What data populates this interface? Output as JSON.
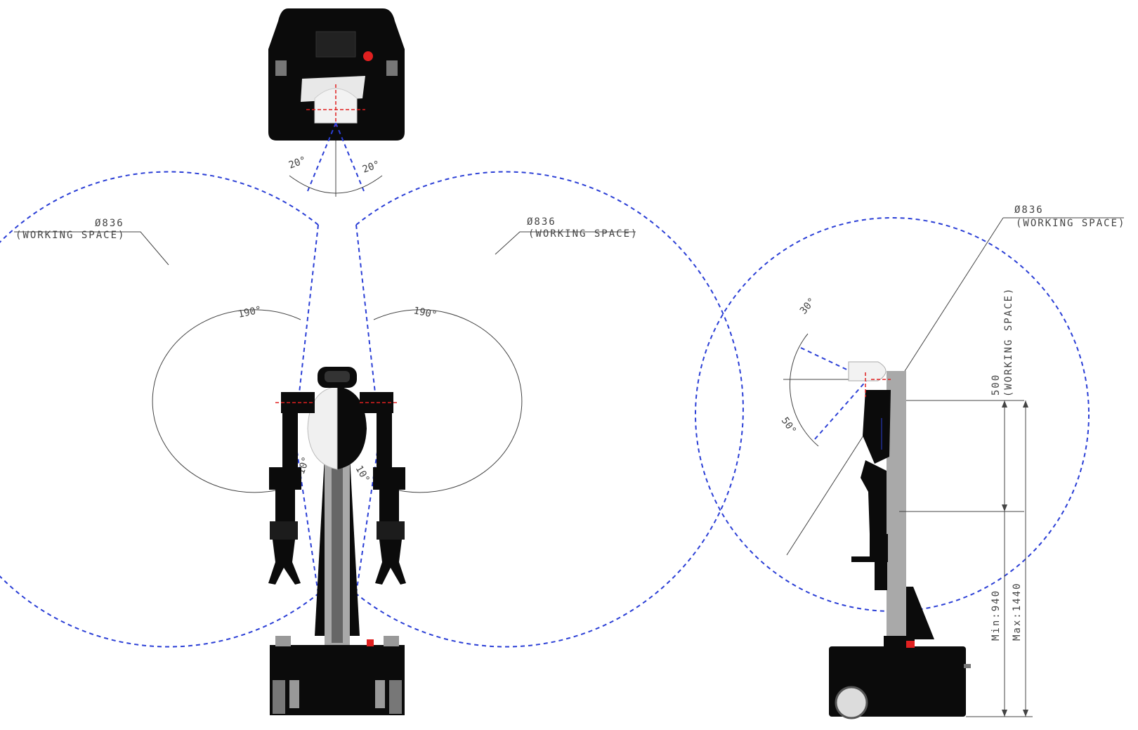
{
  "top_view": {
    "angle_left": "20°",
    "angle_right": "20°"
  },
  "front_view": {
    "left_space": {
      "diameter": "Ø836",
      "label": "(WORKING SPACE)"
    },
    "right_space": {
      "diameter": "Ø836",
      "label": "(WORKING SPACE)"
    },
    "left_rotation": "190°",
    "right_rotation": "190°",
    "left_inner": "10°",
    "right_inner": "10°"
  },
  "side_view": {
    "space": {
      "diameter": "Ø836",
      "label": "(WORKING SPACE)"
    },
    "head_up": "30°",
    "head_down": "50°",
    "stroke": {
      "value": "500",
      "label": "(WORKING SPACE)"
    },
    "min_height": "Min:940",
    "max_height": "Max:1440"
  },
  "colors": {
    "working_space": "#2b3fd6",
    "centerline": "#e02020",
    "emergency_stop": "#e02020",
    "body": "#0b0b0b",
    "column": "#a9a9a9"
  }
}
